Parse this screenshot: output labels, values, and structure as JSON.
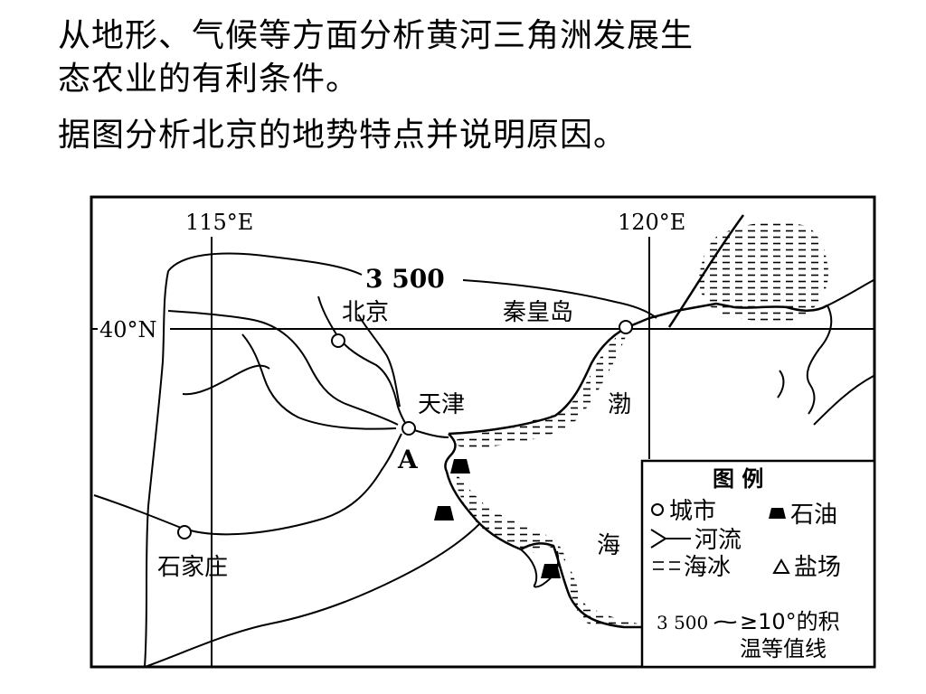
{
  "questions": [
    "从地形、气候等方面分析黄河三角洲发展生",
    "态农业的有利条件。",
    "据图分析北京的地势特点并说明原因。"
  ],
  "map": {
    "lon_labels": [
      "115°E",
      "120°E"
    ],
    "lat_label": "40°N",
    "isotherm_label": "3 500",
    "cities": {
      "beijing": "北京",
      "qinhuangdao": "秦皇岛",
      "tianjin": "天津",
      "shijiazhuang": "石家庄"
    },
    "point_a": "A",
    "sea_chars": [
      "渤",
      "海"
    ],
    "legend": {
      "title": "图  例",
      "city": "城市",
      "oil": "石油",
      "river": "河流",
      "sea_ice": "海冰",
      "salt": "盐场",
      "isotherm_value": "3 500",
      "isotherm_desc1": "≥10°的积",
      "isotherm_desc2": "温等值线"
    }
  }
}
